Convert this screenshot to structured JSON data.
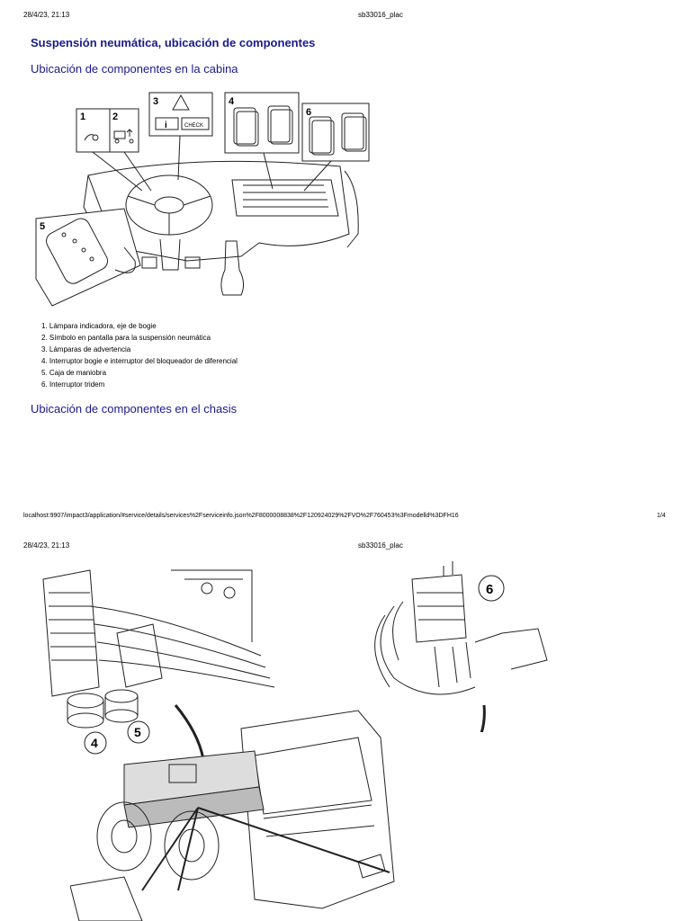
{
  "page1": {
    "header": {
      "datetime": "28/4/23, 21:13",
      "doc_title": "sb33016_plac"
    },
    "title": "Suspensión neumática, ubicación de componentes",
    "section_cab": "Ubicación de componentes en la cabina",
    "figure_cab": {
      "callouts": [
        "1",
        "2",
        "3",
        "4",
        "5",
        "6"
      ],
      "check_label": "CHECK",
      "info_label": "i"
    },
    "legend": [
      "1. Lámpara indicadora, eje de bogie",
      "2. Símbolo en pantalla para la suspensión neumática",
      "3. Lámparas de advertencia",
      "4. Interruptor bogie e interruptor del bloqueador de diferencial",
      "5. Caja de maniobra",
      "6. Interruptor tridem"
    ],
    "section_chassis": "Ubicación de componentes en el chasis",
    "footer": {
      "url": "localhost:9907/impact3/application/#service/details/services%2Fserviceinfo.json%2F8000008838%2F120924029%2FVO%2F760453%3Fmodelld%3DFH16",
      "page": "1/4"
    }
  },
  "page2": {
    "header": {
      "datetime": "28/4/23, 21:13",
      "doc_title": "sb33016_plac"
    },
    "figure_chassis": {
      "callouts": [
        "4",
        "5",
        "6"
      ]
    }
  }
}
